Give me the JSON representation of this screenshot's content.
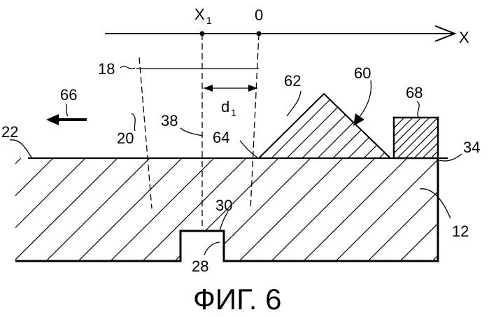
{
  "figure": {
    "caption": "ФИГ. 6",
    "axis": {
      "x_label": "X",
      "x1_label": "X",
      "x1_subscript": "1",
      "origin_label": "0"
    },
    "distance": {
      "label": "d",
      "subscript": "1"
    },
    "direction_label": "66",
    "refs": {
      "r18": "18",
      "r20": "20",
      "r22": "22",
      "r38": "38",
      "r64": "64",
      "r62": "62",
      "r60": "60",
      "r68": "68",
      "r34": "34",
      "r12": "12",
      "r30": "30",
      "r28": "28"
    }
  }
}
